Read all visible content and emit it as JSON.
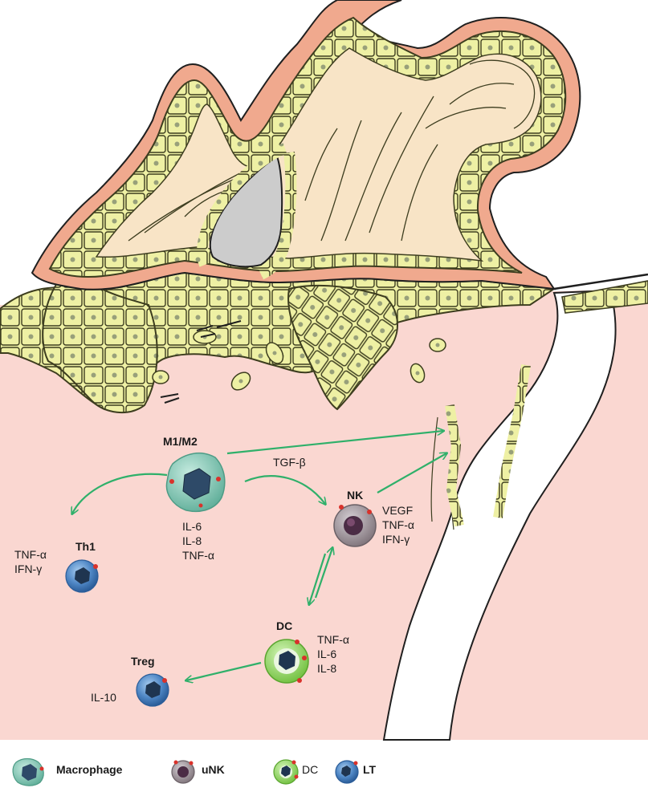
{
  "labels": {
    "macrophage_cell": "M1/M2",
    "macrophage_cytokines": [
      "IL-6",
      "IL-8",
      "TNF-α"
    ],
    "tgf": "TGF-β",
    "nk_cell": "NK",
    "nk_cytokines": [
      "VEGF",
      "TNF-α",
      "IFN-γ"
    ],
    "th1_cell": "Th1",
    "th1_cytokines": [
      "TNF-α",
      "IFN-γ"
    ],
    "dc_cell": "DC",
    "dc_cytokines": [
      "TNF-α",
      "IL-6",
      "IL-8"
    ],
    "treg_cell": "Treg",
    "treg_cytokine": "IL-10"
  },
  "legend": [
    {
      "icon": "macrophage-icon",
      "label": "Macrophage"
    },
    {
      "icon": "unk-icon",
      "label": "uNK"
    },
    {
      "icon": "dc-icon",
      "label": "DC"
    },
    {
      "icon": "lt-icon",
      "label": "LT"
    }
  ],
  "colors": {
    "decidua": "#fad7d1",
    "trophoblast_layer": "#f0a98e",
    "villous_core": "#f8e4c6",
    "trophoblast_cell": "#eef0a4",
    "vessel": "#cccccc",
    "arrow": "#2fb06a",
    "macrophage": "#7fc6b3",
    "lt_cell": "#4f87c5",
    "dc_ring": "#8fd36a",
    "unk_cell": "#9a8f96"
  }
}
